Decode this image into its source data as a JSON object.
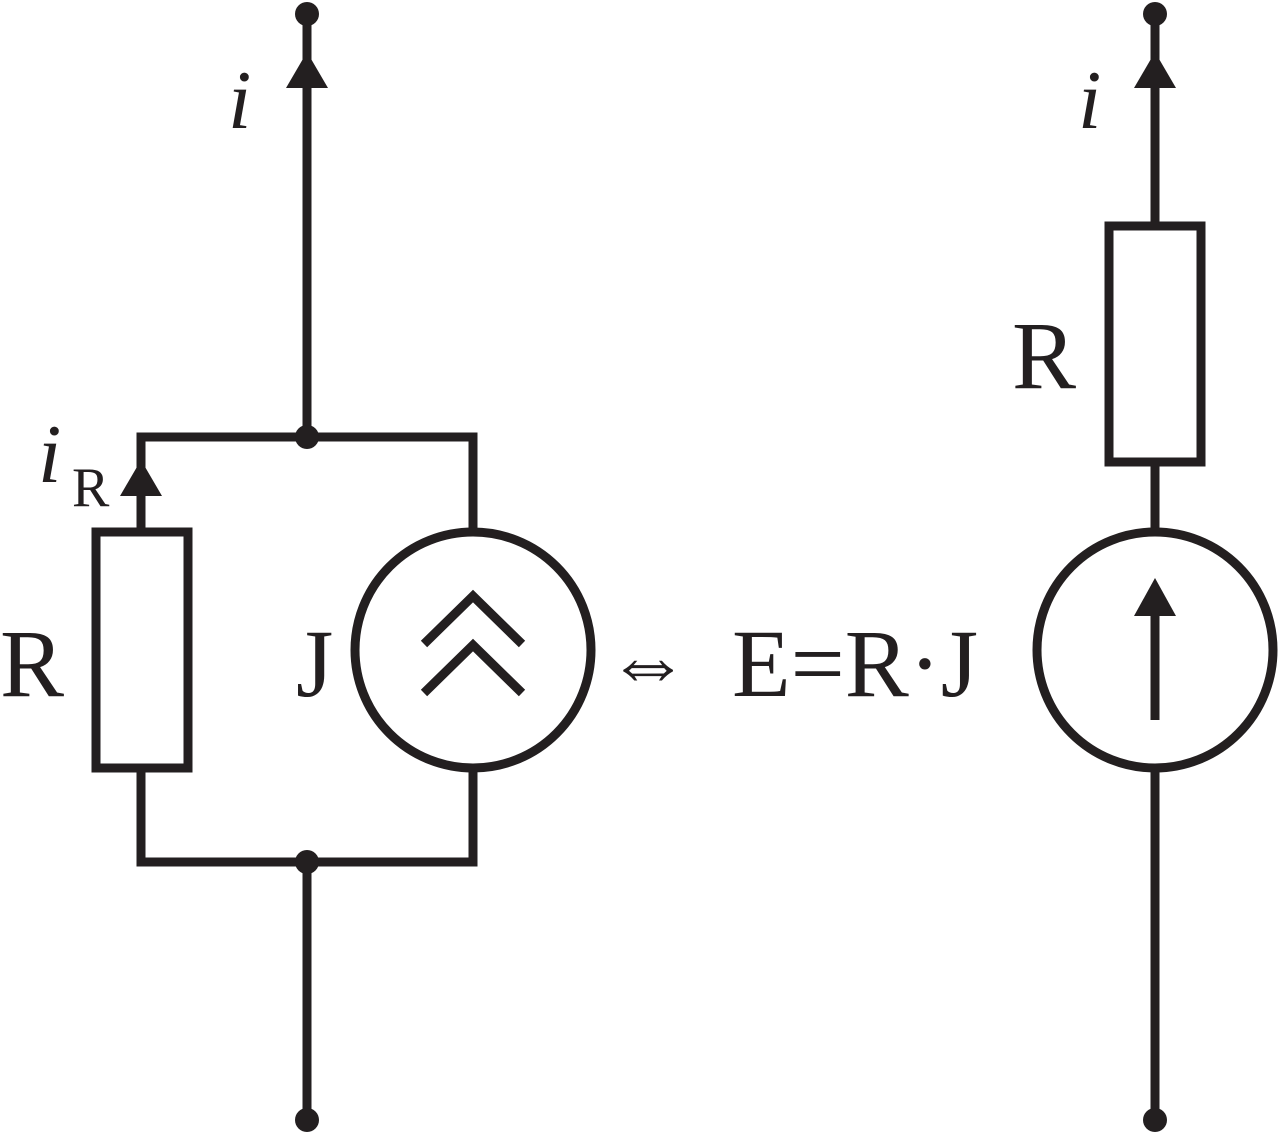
{
  "left_circuit": {
    "current_label": "i",
    "branch_current_label": "i",
    "branch_current_subscript": "R",
    "resistor_label": "R",
    "source_label": "J"
  },
  "equivalence": {
    "symbol": "⇔",
    "equation": "E=R·J"
  },
  "right_circuit": {
    "current_label": "i",
    "resistor_label": "R"
  },
  "colors": {
    "ink": "#231f20",
    "background": "#ffffff"
  }
}
